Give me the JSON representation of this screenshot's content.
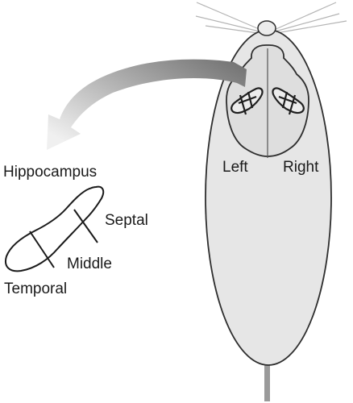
{
  "labels": {
    "hippocampus": "Hippocampus",
    "septal": "Septal",
    "middle": "Middle",
    "temporal": "Temporal",
    "left": "Left",
    "right": "Right"
  },
  "colors": {
    "body_fill": "#e6e6e6",
    "brain_fill": "#dcdcdc",
    "outline": "#333333",
    "arrow_dark": "#7a7a7a",
    "arrow_light": "#e8e8e8",
    "tail": "#999999",
    "whisker": "#b0b0b0"
  },
  "icons": {
    "arrow": "curved-arrow",
    "animal": "rat-top-view"
  }
}
